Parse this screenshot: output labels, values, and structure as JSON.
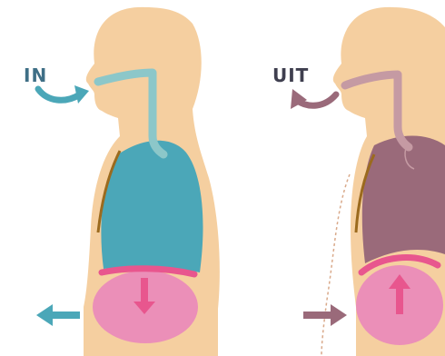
{
  "panels": [
    {
      "label": "IN",
      "phase": "inhale"
    },
    {
      "label": "UIT",
      "phase": "exhale"
    }
  ],
  "colors": {
    "skin": "#f5cfa0",
    "skin_shadow": "#eebf88",
    "inhale_lung": "#4ba7b8",
    "inhale_airway": "#8cc7c9",
    "exhale_lung": "#9a6a7a",
    "exhale_airway": "#c59aa3",
    "diaphragm": "#e8568e",
    "abdomen": "#eb8fb8",
    "spine": "#9b6a1e",
    "outline_dash": "#d9a98a"
  }
}
